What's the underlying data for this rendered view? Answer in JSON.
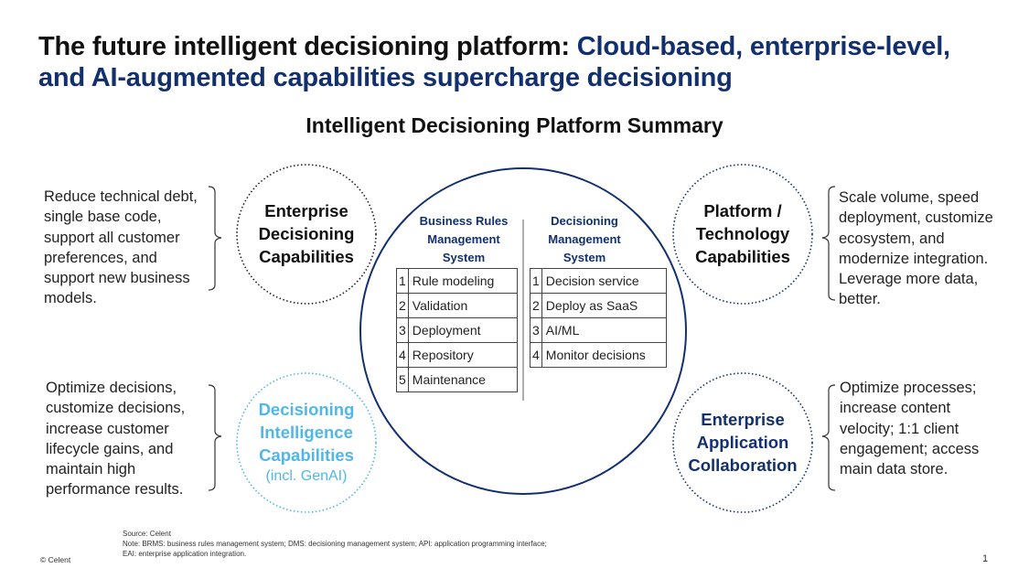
{
  "title": {
    "part1": "The future intelligent decisioning platform: ",
    "part2": "Cloud-based, enterprise-level, and AI-augmented capabilities supercharge decisioning"
  },
  "subtitle": "Intelligent Decisioning Platform Summary",
  "colors": {
    "navy": "#13306e",
    "light_blue": "#4fb8e8",
    "dark": "#1a1a1a"
  },
  "quadrants": {
    "top_left": {
      "circle_label": [
        "Enterprise",
        "Decisioning",
        "Capabilities"
      ],
      "text": [
        "Reduce technical debt,",
        "single base code,",
        "support all customer",
        "preferences, and",
        "support new business",
        "models."
      ]
    },
    "top_right": {
      "circle_label": [
        "Platform /",
        "Technology",
        "Capabilities"
      ],
      "text": [
        "Scale volume, speed",
        "deployment, customize",
        "ecosystem, and",
        "modernize integration.",
        "Leverage more data,",
        "better."
      ]
    },
    "bottom_left": {
      "circle_label": [
        "Decisioning",
        "Intelligence",
        "Capabilities"
      ],
      "circle_sublabel": "(incl. GenAI)",
      "text": [
        "Optimize decisions,",
        "customize decisions,",
        "increase customer",
        "lifecycle gains, and",
        "maintain high",
        "performance results."
      ]
    },
    "bottom_right": {
      "circle_label": [
        "Enterprise",
        "Application",
        "Collaboration"
      ],
      "text": [
        "Optimize processes;",
        "increase content",
        "velocity; 1:1 client",
        "engagement; access",
        "main data store."
      ]
    }
  },
  "center": {
    "brms": {
      "heading": [
        "Business Rules",
        "Management",
        "System"
      ],
      "items": [
        {
          "num": "1",
          "label": "Rule modeling"
        },
        {
          "num": "2",
          "label": "Validation"
        },
        {
          "num": "3",
          "label": "Deployment"
        },
        {
          "num": "4",
          "label": "Repository"
        },
        {
          "num": "5",
          "label": "Maintenance"
        }
      ]
    },
    "dms": {
      "heading": [
        "Decisioning",
        "Management",
        "System"
      ],
      "items": [
        {
          "num": "1",
          "label": "Decision service"
        },
        {
          "num": "2",
          "label": "Deploy as SaaS"
        },
        {
          "num": "3",
          "label": "AI/ML"
        },
        {
          "num": "4",
          "label": "Monitor decisions"
        }
      ]
    }
  },
  "footer": {
    "source": "Source: Celent",
    "note": "Note: BRMS: business rules management system; DMS: decisioning management system; API: application programming interface; EAI: enterprise application integration.",
    "copyright": "© Celent",
    "page": "1"
  }
}
